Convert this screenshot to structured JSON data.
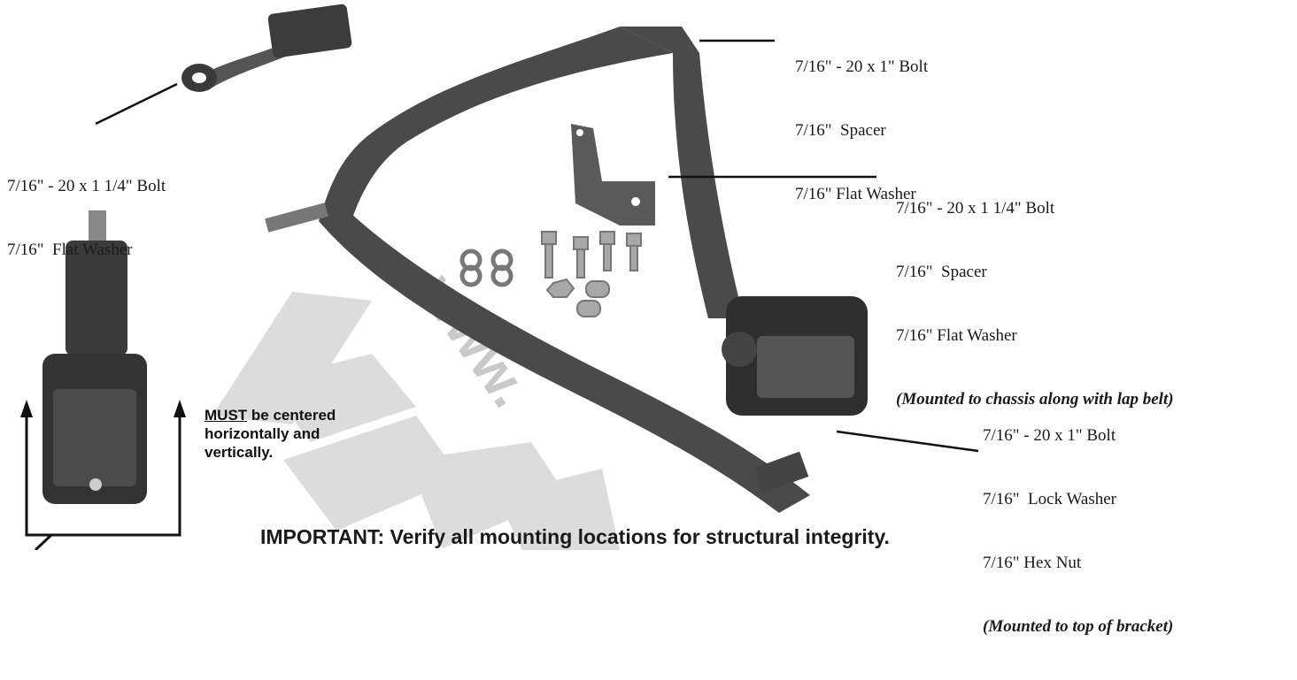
{
  "labels": {
    "top_right": {
      "lines": [
        "7/16\" - 20 x 1\" Bolt",
        "7/16\"  Spacer",
        "7/16\" Flat Washer"
      ]
    },
    "top_left": {
      "lines": [
        "7/16\" - 20 x 1 1/4\" Bolt",
        "7/16\"  Flat Washer"
      ]
    },
    "middle_right": {
      "lines": [
        "7/16\" - 20 x 1 1/4\" Bolt",
        "7/16\"  Spacer",
        "7/16\" Flat Washer"
      ],
      "note": "(Mounted to chassis along with lap belt)"
    },
    "bottom_right": {
      "lines": [
        "7/16\" - 20 x 1\" Bolt",
        "7/16\"  Lock Washer",
        "7/16\" Hex Nut"
      ],
      "note": "(Mounted to top of bracket)"
    }
  },
  "centering_note": {
    "emphasis": "MUST",
    "line1_rest": " be centered",
    "line2": "horizontally and",
    "line3": "vertically."
  },
  "important": "IMPORTANT: Verify all mounting locations for structural integrity.",
  "watermark": "www.",
  "colors": {
    "text": "#1a1a1a",
    "belt": "#4a4a4a",
    "watermark": "#d8d8d8"
  }
}
